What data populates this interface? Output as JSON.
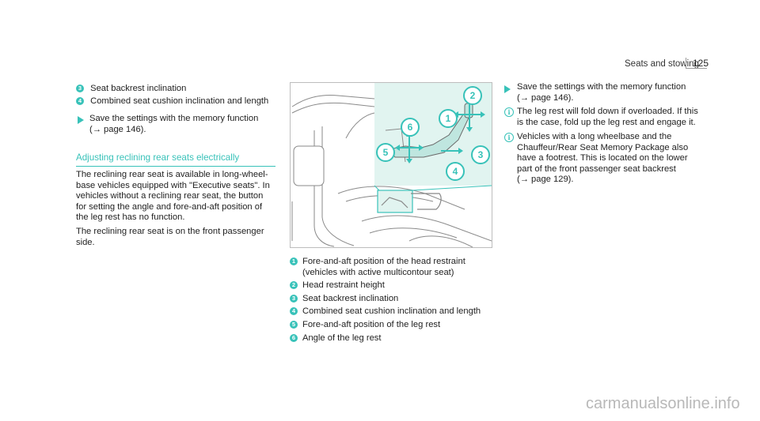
{
  "header": {
    "title": "Seats and stowing",
    "page_number": "125"
  },
  "left_list": [
    {
      "number": "3",
      "text": "Seat backrest inclination"
    },
    {
      "number": "4",
      "text": "Combined seat cushion inclination and length"
    }
  ],
  "left_action": {
    "line1": "Save the settings with the memory function",
    "line2": "(→ page 146)."
  },
  "section": {
    "heading": "Adjusting reclining rear seats electrically",
    "para1": [
      "The reclining rear seat is available in long-wheel-",
      "base vehicles equipped with \"Executive seats\". In",
      "vehicles without a reclining rear seat, the button",
      "for setting the angle and fore-and-aft position of",
      "the leg rest has no function."
    ],
    "para2": [
      "The reclining rear seat is on the front passenger",
      "side."
    ]
  },
  "figure": {
    "callouts": [
      "1",
      "2",
      "3",
      "4",
      "5",
      "6"
    ],
    "accent": "#38c2b9",
    "highlight": "#dff3ef"
  },
  "legend": [
    {
      "number": "1",
      "lines": [
        "Fore-and-aft position of the head restraint",
        "(vehicles with active multicontour seat)"
      ]
    },
    {
      "number": "2",
      "lines": [
        "Head restraint height"
      ]
    },
    {
      "number": "3",
      "lines": [
        "Seat backrest inclination"
      ]
    },
    {
      "number": "4",
      "lines": [
        "Combined seat cushion inclination and length"
      ]
    },
    {
      "number": "5",
      "lines": [
        "Fore-and-aft position of the leg rest"
      ]
    },
    {
      "number": "6",
      "lines": [
        "Angle of the leg rest"
      ]
    }
  ],
  "right_col": {
    "action_lines": [
      "Save the settings with the memory function",
      "(→ page 146)."
    ],
    "note1": [
      "The leg rest will fold down if overloaded. If this",
      "is the case, fold up the leg rest and engage it."
    ],
    "note2": [
      "Vehicles with a long wheelbase and the",
      "Chauffeur/Rear Seat Memory Package also",
      "have a footrest. This is located on the lower",
      "part of the front passenger seat backrest",
      "(→ page 129)."
    ]
  },
  "footer": {
    "watermark": "carmanualsonline.info"
  }
}
